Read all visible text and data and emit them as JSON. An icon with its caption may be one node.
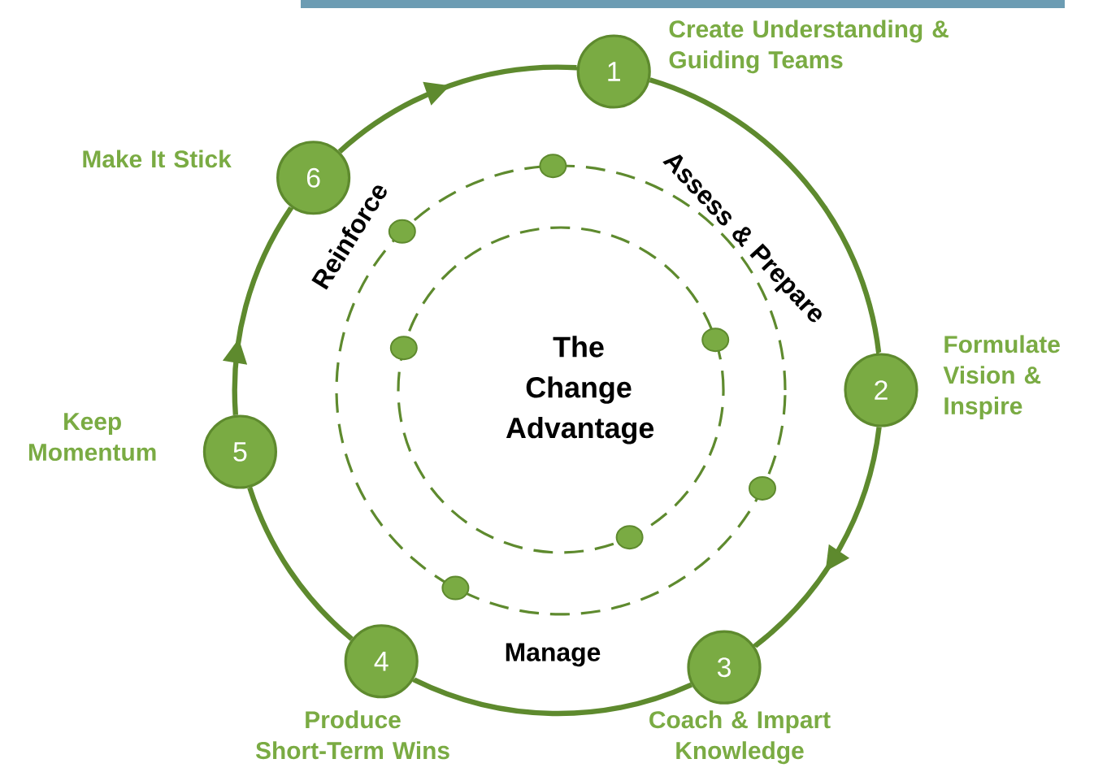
{
  "diagram": {
    "nodes": [
      {
        "text": [
          "1"
        ],
        "beside": [
          "Create Understanding & Guiding Teams"
        ]
      },
      {
        "text": [
          "2"
        ],
        "beside": [
          "Formulate Vision & Inspire"
        ]
      },
      {
        "text": [
          "3"
        ],
        "beside": [
          "Coach & Impart Knowledge"
        ]
      },
      {
        "text": [
          "4"
        ],
        "beside": [
          "Produce Short-Term Wins"
        ]
      },
      {
        "text": [
          "5"
        ],
        "beside": [
          "Keep Momentum"
        ]
      },
      {
        "text": [
          "6"
        ],
        "beside": [
          "Make It Stick"
        ]
      }
    ],
    "edges": [
      {
        "from": 0,
        "to": 1,
        "arrow": "none"
      },
      {
        "from": 1,
        "to": 2,
        "arrow": "to"
      },
      {
        "from": 2,
        "to": 3,
        "arrow": "none"
      },
      {
        "from": 3,
        "to": 4,
        "arrow": "none"
      },
      {
        "from": 4,
        "to": 5,
        "arrow": "to"
      },
      {
        "from": 5,
        "to": 0,
        "arrow": "to"
      }
    ],
    "labels": [
      "The Change Advantage",
      "Assess & Prepare",
      "Reinforce",
      "Manage"
    ]
  }
}
